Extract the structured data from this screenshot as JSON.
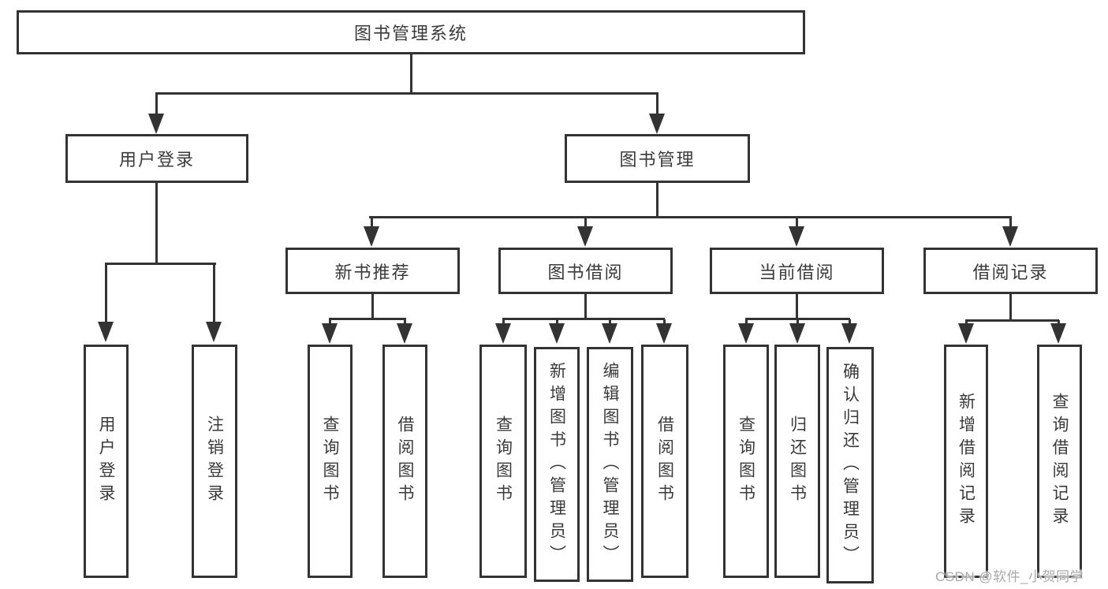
{
  "colors": {
    "line": "#333333",
    "text": "#3a3a3a",
    "watermark": "#a9a9a9",
    "background": "#ffffff"
  },
  "watermark": {
    "text": "CSDN @软件_小贺同学"
  },
  "tree": {
    "label": "图书管理系统",
    "children": [
      {
        "label": "用户登录",
        "children": [
          {
            "label": "用户登录"
          },
          {
            "label": "注销登录"
          }
        ]
      },
      {
        "label": "图书管理",
        "children": [
          {
            "label": "新书推荐",
            "children": [
              {
                "label": "查询图书"
              },
              {
                "label": "借阅图书"
              }
            ]
          },
          {
            "label": "图书借阅",
            "children": [
              {
                "label": "查询图书"
              },
              {
                "label": "新增图书（管理员）"
              },
              {
                "label": "编辑图书（管理员）"
              },
              {
                "label": "借阅图书"
              }
            ]
          },
          {
            "label": "当前借阅",
            "children": [
              {
                "label": "查询图书"
              },
              {
                "label": "归还图书"
              },
              {
                "label": "确认归还（管理员）"
              }
            ]
          },
          {
            "label": "借阅记录",
            "children": [
              {
                "label": "新增借阅记录"
              },
              {
                "label": "查询借阅记录"
              }
            ]
          }
        ]
      }
    ]
  }
}
